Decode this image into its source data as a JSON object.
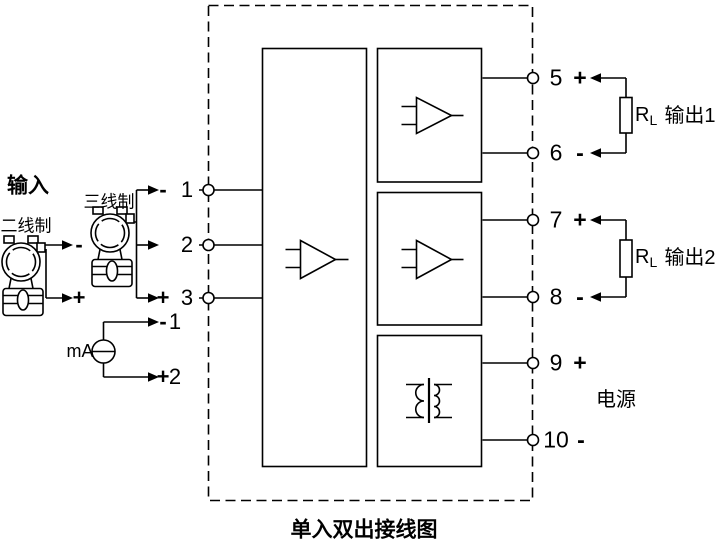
{
  "caption": "单入双出接线图",
  "labels": {
    "input": "输入",
    "two_wire": "二线制",
    "three_wire": "三线制",
    "ma_meter": "mA",
    "power": "电源",
    "output1": "输出1",
    "output2": "输出2",
    "load_resistor": "R",
    "load_resistor_sub": "L"
  },
  "two_wire_transmitter": {
    "minus": "-",
    "plus": "+"
  },
  "input_terminals": [
    {
      "number": "1",
      "sign": "-"
    },
    {
      "number": "2",
      "sign": ""
    },
    {
      "number": "3",
      "sign": "+"
    }
  ],
  "ma_terminals": [
    {
      "number": "1",
      "sign": "-"
    },
    {
      "number": "2",
      "sign": "+"
    }
  ],
  "output_terminals": [
    {
      "number": "5",
      "sign": "+"
    },
    {
      "number": "6",
      "sign": "-"
    },
    {
      "number": "7",
      "sign": "+"
    },
    {
      "number": "8",
      "sign": "-"
    },
    {
      "number": "9",
      "sign": "+"
    },
    {
      "number": "10",
      "sign": "-"
    }
  ],
  "colors": {
    "line": "#000000",
    "background": "#ffffff"
  }
}
